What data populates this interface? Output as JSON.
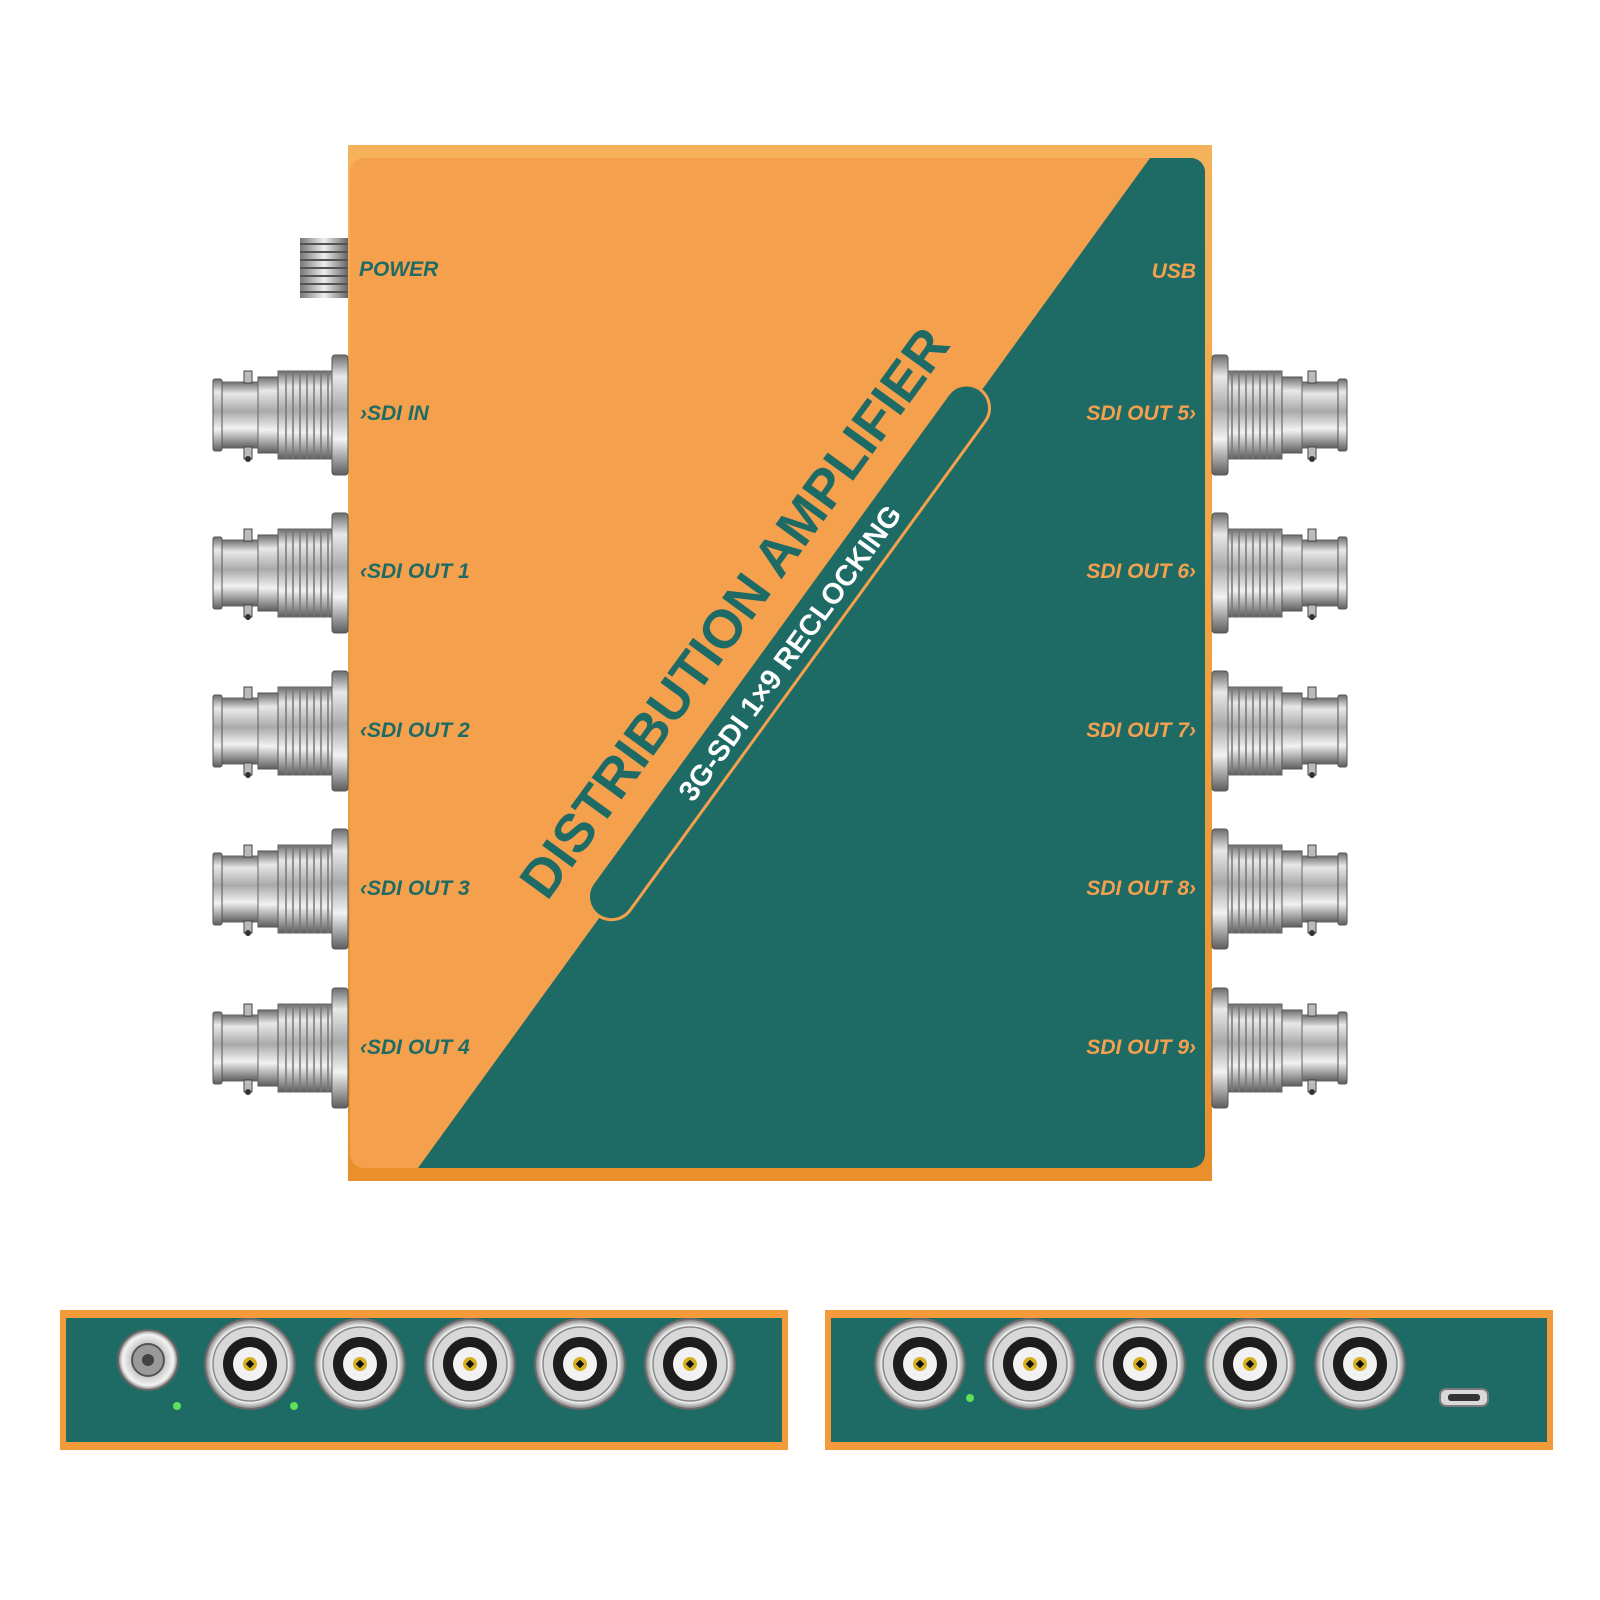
{
  "device": {
    "title": "DISTRIBUTION AMPLIFIER",
    "subtitle": "3G-SDI 1×9 RECLOCKING",
    "colors": {
      "orange": "#f4a04d",
      "teal": "#1e6b66",
      "frame": "#f39a3a"
    }
  },
  "left_ports": [
    {
      "label": "POWER",
      "arrow": ""
    },
    {
      "label": "SDI IN",
      "arrow": "in"
    },
    {
      "label": "SDI OUT 1",
      "arrow": "out"
    },
    {
      "label": "SDI OUT 2",
      "arrow": "out"
    },
    {
      "label": "SDI OUT 3",
      "arrow": "out"
    },
    {
      "label": "SDI OUT 4",
      "arrow": "out"
    }
  ],
  "right_ports": [
    {
      "label": "USB",
      "arrow": ""
    },
    {
      "label": "SDI OUT 5",
      "arrow": "out"
    },
    {
      "label": "SDI OUT 6",
      "arrow": "out"
    },
    {
      "label": "SDI OUT 7",
      "arrow": "out"
    },
    {
      "label": "SDI OUT 8",
      "arrow": "out"
    },
    {
      "label": "SDI OUT 9",
      "arrow": "out"
    }
  ],
  "side_panels": {
    "left": {
      "bnc_count": 5,
      "has_power_jack": true,
      "leds": 2
    },
    "right": {
      "bnc_count": 5,
      "has_usb": true,
      "leds": 1
    }
  }
}
